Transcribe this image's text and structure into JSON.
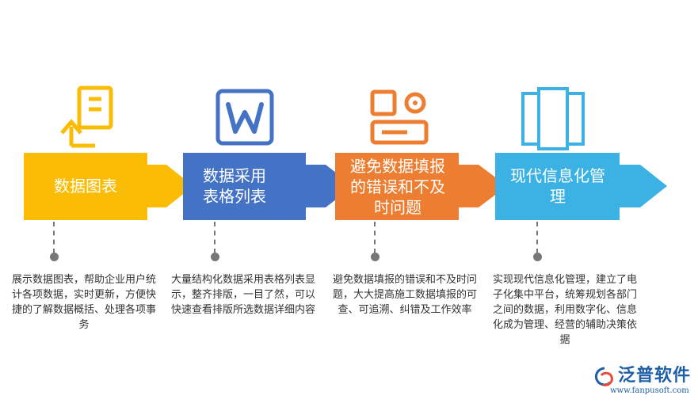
{
  "steps": [
    {
      "label": "数据图表",
      "color": "#fbbc05",
      "icon": "chart-document-icon",
      "description": "展示数据图表，帮助企业用户统计各项数据，实时更新，方便快捷的了解数据概括、处理各项事务"
    },
    {
      "label": "数据采用表格列表",
      "color": "#4472c4",
      "icon": "word-document-icon",
      "description": "大量结构化数据采用表格列表显示，整齐排版，一目了然，可以快速查看排版所选数据详细内容"
    },
    {
      "label": "避免数据填报的错误和不及时问题",
      "color": "#ed7d31",
      "icon": "toggle-form-icon",
      "description": "避免数据填报的错误和不及时问题，大大提高施工数据填报的可查、可追溯、纠错及工作效率"
    },
    {
      "label": "现代信息化管理",
      "color": "#3bb2e3",
      "icon": "columns-icon",
      "description": "实现现代信息化管理，建立了电子化集中平台，统筹规划各部门之间的数据，利用数字化、信息化成为管理、经营的辅助决策依据"
    }
  ],
  "logo": {
    "name": "泛普软件",
    "url": "www.fanpusoft.com"
  }
}
